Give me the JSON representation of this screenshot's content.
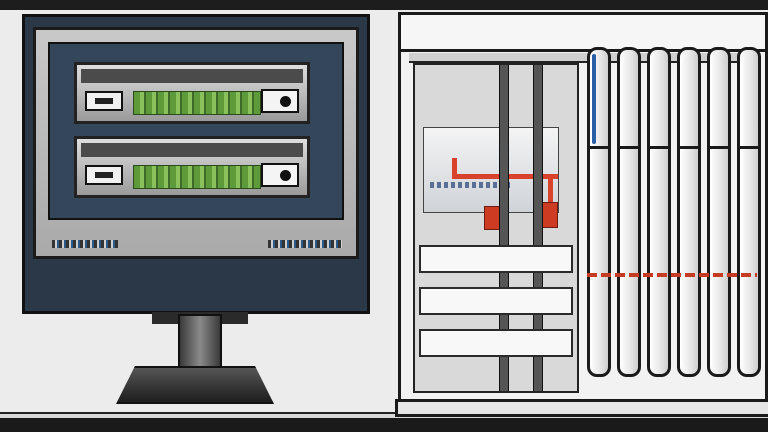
{
  "scene": {
    "monitor": {
      "rack_units": [
        {
          "id": "unit-1"
        },
        {
          "id": "unit-2"
        }
      ]
    },
    "cabinet": {
      "slot_count": 6,
      "shelf_count": 3
    }
  },
  "colors": {
    "monitor_body": "#2b3848",
    "bezel": "#bdbdbd",
    "circuit_board": "#6fa845",
    "cable_red": "#d9432c",
    "cabinet": "#f2f2f2"
  }
}
